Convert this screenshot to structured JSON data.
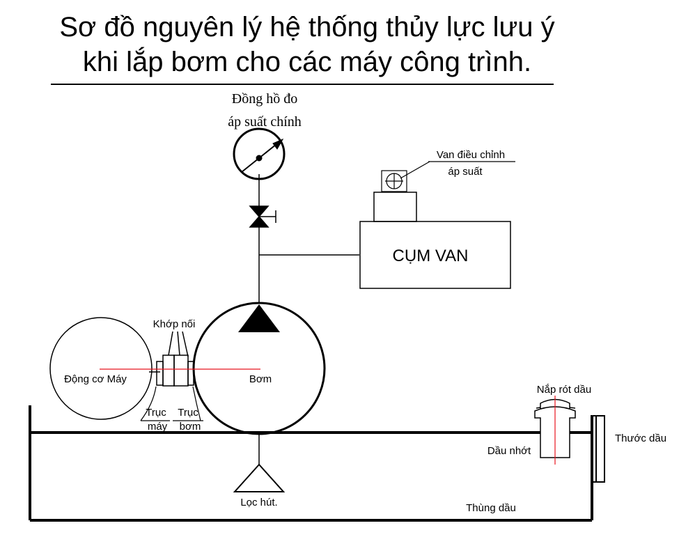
{
  "title": {
    "line1": "Sơ đồ nguyên lý hệ thống thủy lực lưu ý",
    "line2": "khi lắp bơm cho các máy công trình."
  },
  "labels": {
    "gauge_line1": "Đồng hồ đo",
    "gauge_line2": "áp suất chính",
    "relief_line1": "Van điều chỉnh",
    "relief_line2": "áp suất",
    "valve_block": "CỤM VAN",
    "coupling": "Khớp nối",
    "motor": "Động cơ Máy",
    "pump": "Bơm",
    "machine_shaft_line1": "Trục",
    "machine_shaft_line2": "máy",
    "pump_shaft_line1": "Trục",
    "pump_shaft_line2": "bơm",
    "filler_cap": "Nắp rót dầu",
    "dipstick": "Thước dầu",
    "oil": "Dầu nhớt",
    "suction_filter": "Lọc hút.",
    "tank": "Thùng dầu"
  },
  "colors": {
    "line": "#000000",
    "axis": "#e8141e",
    "background": "#ffffff"
  }
}
